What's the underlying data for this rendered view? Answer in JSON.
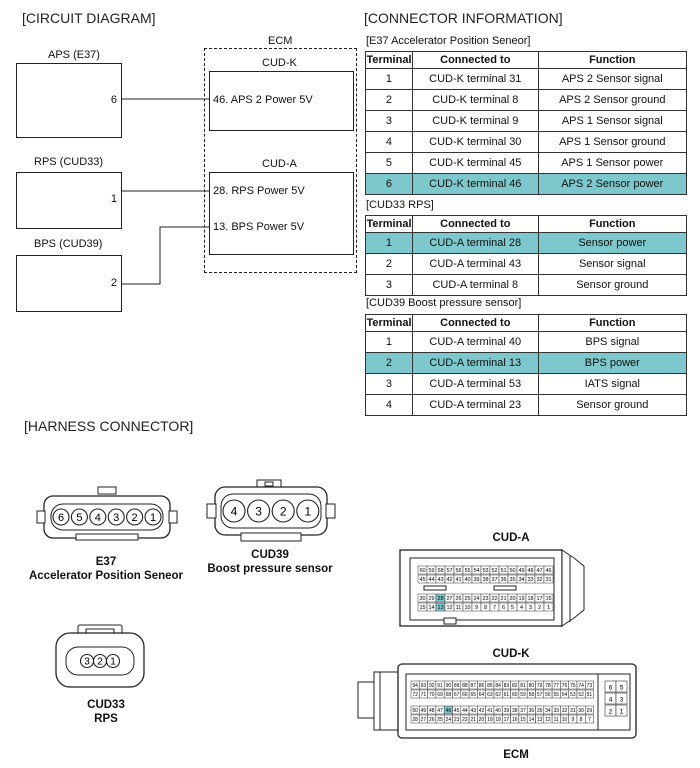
{
  "circuit": {
    "heading": "[CIRCUIT DIAGRAM]",
    "aps_label": "APS (E37)",
    "aps_pin": "6",
    "rps_label": "RPS (CUD33)",
    "rps_pin": "1",
    "bps_label": "BPS (CUD39)",
    "bps_pin": "2",
    "ecm_label": "ECM",
    "cudk_label": "CUD-K",
    "cudk_pin": "46. APS 2 Power 5V",
    "cuda_label": "CUD-A",
    "cuda_pin1": "28. RPS Power 5V",
    "cuda_pin2": "13. BPS Power 5V"
  },
  "connector_info": {
    "heading": "[CONNECTOR INFORMATION]",
    "tables": [
      {
        "title": "[E37 Accelerator Position Seneor]",
        "headers": [
          "Terminal",
          "Connected to",
          "Function"
        ],
        "rows": [
          [
            "1",
            "CUD-K terminal 31",
            "APS 2 Sensor signal"
          ],
          [
            "2",
            "CUD-K terminal 8",
            "APS 2 Sensor ground"
          ],
          [
            "3",
            "CUD-K terminal 9",
            "APS 1 Sensor signal"
          ],
          [
            "4",
            "CUD-K terminal 30",
            "APS 1 Sensor ground"
          ],
          [
            "5",
            "CUD-K terminal 45",
            "APS 1 Sensor power"
          ],
          [
            "6",
            "CUD-K terminal 46",
            "APS 2 Sensor power"
          ]
        ],
        "highlight_row": 5
      },
      {
        "title": "[CUD33 RPS]",
        "headers": [
          "Terminal",
          "Connected to",
          "Function"
        ],
        "rows": [
          [
            "1",
            "CUD-A terminal 28",
            "Sensor power"
          ],
          [
            "2",
            "CUD-A terminal 43",
            "Sensor signal"
          ],
          [
            "3",
            "CUD-A terminal 8",
            "Sensor ground"
          ]
        ],
        "highlight_row": 0
      },
      {
        "title": "[CUD39 Boost pressure sensor]",
        "headers": [
          "Terminal",
          "Connected to",
          "Function"
        ],
        "rows": [
          [
            "1",
            "CUD-A terminal 40",
            "BPS signal"
          ],
          [
            "2",
            "CUD-A terminal 13",
            "BPS power"
          ],
          [
            "3",
            "CUD-A terminal 53",
            "IATS signal"
          ],
          [
            "4",
            "CUD-A terminal 23",
            "Sensor ground"
          ]
        ],
        "highlight_row": 1
      }
    ],
    "highlight_color": "#7cc8cc"
  },
  "harness": {
    "heading": "[HARNESS CONNECTOR]",
    "e37": {
      "pins": [
        "6",
        "5",
        "4",
        "3",
        "2",
        "1"
      ],
      "caption_code": "E37",
      "caption_name": "Accelerator Position Seneor"
    },
    "cud39": {
      "pins": [
        "4",
        "3",
        "2",
        "1"
      ],
      "caption_code": "CUD39",
      "caption_name": "Boost pressure sensor"
    },
    "cud33": {
      "pins": [
        "3",
        "2",
        "1"
      ],
      "caption_code": "CUD33",
      "caption_name": "RPS"
    },
    "cud_a": {
      "title": "CUD-A",
      "rows": [
        [
          "60",
          "59",
          "58",
          "57",
          "56",
          "55",
          "54",
          "53",
          "52",
          "51",
          "50",
          "49",
          "48",
          "47",
          "46"
        ],
        [
          "45",
          "44",
          "43",
          "42",
          "41",
          "40",
          "39",
          "38",
          "37",
          "36",
          "35",
          "34",
          "33",
          "32",
          "31"
        ],
        [
          "30",
          "29",
          "28",
          "27",
          "26",
          "25",
          "24",
          "23",
          "22",
          "21",
          "20",
          "19",
          "18",
          "17",
          "16"
        ],
        [
          "15",
          "14",
          "13",
          "12",
          "11",
          "10",
          "9",
          "8",
          "7",
          "6",
          "5",
          "4",
          "3",
          "2",
          "1"
        ]
      ],
      "highlight": [
        "28",
        "13"
      ]
    },
    "cud_k": {
      "title": "CUD-K",
      "rows": [
        [
          "94",
          "93",
          "92",
          "91",
          "90",
          "89",
          "88",
          "87",
          "86",
          "85",
          "84",
          "83",
          "82",
          "81",
          "80",
          "79",
          "78",
          "77",
          "76",
          "75",
          "74",
          "73"
        ],
        [
          "72",
          "71",
          "70",
          "69",
          "68",
          "67",
          "66",
          "65",
          "64",
          "63",
          "62",
          "61",
          "60",
          "59",
          "58",
          "57",
          "56",
          "55",
          "54",
          "53",
          "52",
          "51"
        ],
        [
          "50",
          "49",
          "48",
          "47",
          "46",
          "45",
          "44",
          "43",
          "42",
          "41",
          "40",
          "39",
          "38",
          "37",
          "36",
          "35",
          "34",
          "33",
          "32",
          "31",
          "30",
          "29"
        ],
        [
          "28",
          "27",
          "26",
          "25",
          "24",
          "23",
          "22",
          "21",
          "20",
          "19",
          "18",
          "17",
          "16",
          "15",
          "14",
          "13",
          "12",
          "11",
          "10",
          "9",
          "8",
          "7"
        ]
      ],
      "side_pins": [
        [
          "6",
          "5"
        ],
        [
          "4",
          "3"
        ],
        [
          "2",
          "1"
        ]
      ],
      "highlight": [
        "46"
      ],
      "footer": "ECM"
    }
  }
}
